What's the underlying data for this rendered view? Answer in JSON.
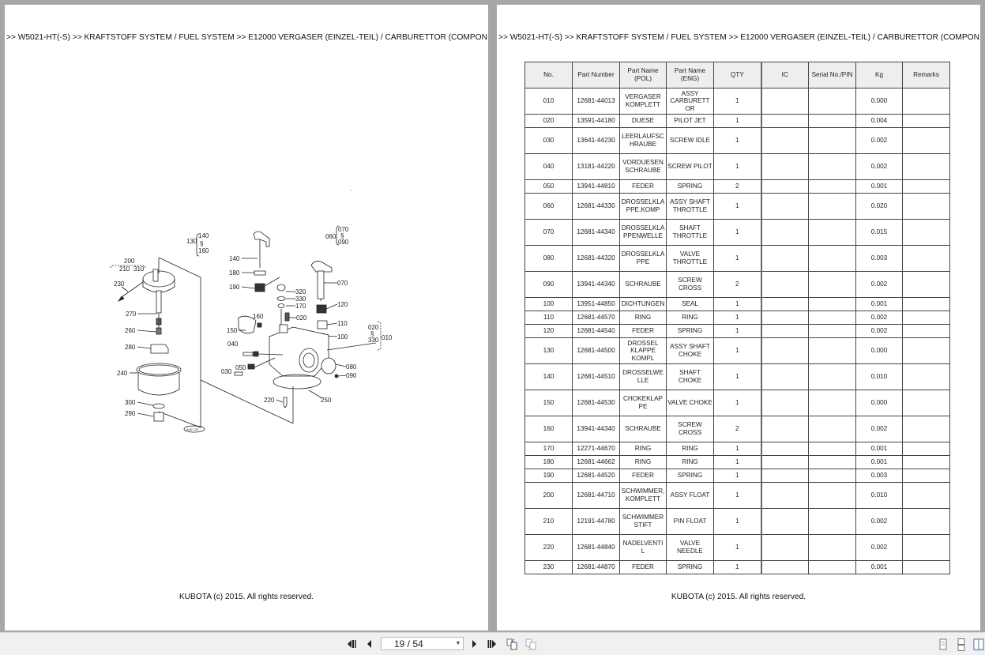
{
  "document": {
    "breadcrumb": ">> W5021-HT(-S) >> KRAFTSTOFF SYSTEM / FUEL SYSTEM >> E12000   VERGASER (EINZEL-TEIL) / CARBURETTOR (COMPON",
    "footer": "KUBOTA (c) 2015. All rights reserved."
  },
  "diagram": {
    "callouts": [
      "010",
      "020",
      "030",
      "040",
      "050",
      "060",
      "070",
      "080",
      "090",
      "100",
      "110",
      "120",
      "130",
      "140",
      "150",
      "160",
      "170",
      "180",
      "190",
      "200",
      "210",
      "220",
      "230",
      "240",
      "250",
      "260",
      "270",
      "280",
      "290",
      "300",
      "310",
      "320",
      "330"
    ],
    "group_labels": {
      "g130": "130",
      "g130_range": [
        "140",
        "160"
      ],
      "g060": "060",
      "g060_range": [
        "070",
        "090"
      ],
      "g010": "010",
      "g010_range": [
        "020",
        "330"
      ],
      "g200": "200"
    },
    "figure_code": "A007-02"
  },
  "table": {
    "headers": [
      "No.",
      "Part Number",
      "Part Name (POL)",
      "Part Name (ENG)",
      "QTY",
      "IC",
      "Serial No./PIN",
      "Kg",
      "Remarks"
    ],
    "rows": [
      {
        "no": "010",
        "part_number": "12681-44013",
        "name_pol": "VERGASER KOMPLETT",
        "name_eng": "ASSY CARBURETT OR",
        "qty": "1",
        "ic": "",
        "serial": "",
        "kg": "0.000",
        "remarks": "",
        "h": 33
      },
      {
        "no": "020",
        "part_number": "13591-44180",
        "name_pol": "DUESE",
        "name_eng": "PILOT JET",
        "qty": "1",
        "ic": "",
        "serial": "",
        "kg": "0.004",
        "remarks": "",
        "h": 17
      },
      {
        "no": "030",
        "part_number": "13641-44230",
        "name_pol": "LEERLAUFSC HRAUBE",
        "name_eng": "SCREW IDLE",
        "qty": "1",
        "ic": "",
        "serial": "",
        "kg": "0.002",
        "remarks": "",
        "h": 33
      },
      {
        "no": "040",
        "part_number": "13181-44220",
        "name_pol": "VORDUESEN SCHRAUBE",
        "name_eng": "SCREW PILOT",
        "qty": "1",
        "ic": "",
        "serial": "",
        "kg": "0.002",
        "remarks": "",
        "h": 33
      },
      {
        "no": "050",
        "part_number": "13941-44810",
        "name_pol": "FEDER",
        "name_eng": "SPRING",
        "qty": "2",
        "ic": "",
        "serial": "",
        "kg": "0.001",
        "remarks": "",
        "h": 17
      },
      {
        "no": "060",
        "part_number": "12681-44330",
        "name_pol": "DROSSELKLA PPE,KOMP",
        "name_eng": "ASSY SHAFT THROTTLE",
        "qty": "1",
        "ic": "",
        "serial": "",
        "kg": "0.020",
        "remarks": "",
        "h": 33
      },
      {
        "no": "070",
        "part_number": "12681-44340",
        "name_pol": "DROSSELKLA PPENWELLE",
        "name_eng": "SHAFT THROTTLE",
        "qty": "1",
        "ic": "",
        "serial": "",
        "kg": "0.015",
        "remarks": "",
        "h": 33
      },
      {
        "no": "080",
        "part_number": "12681-44320",
        "name_pol": "DROSSELKLA PPE",
        "name_eng": "VALVE THROTTLE",
        "qty": "1",
        "ic": "",
        "serial": "",
        "kg": "0.003",
        "remarks": "",
        "h": 33
      },
      {
        "no": "090",
        "part_number": "13941-44340",
        "name_pol": "SCHRAUBE",
        "name_eng": "SCREW CROSS",
        "qty": "2",
        "ic": "",
        "serial": "",
        "kg": "0.002",
        "remarks": "",
        "h": 33
      },
      {
        "no": "100",
        "part_number": "13951-44850",
        "name_pol": "DICHTUNGEN",
        "name_eng": "SEAL",
        "qty": "1",
        "ic": "",
        "serial": "",
        "kg": "0.001",
        "remarks": "",
        "h": 17
      },
      {
        "no": "110",
        "part_number": "12681-44570",
        "name_pol": "RING",
        "name_eng": "RING",
        "qty": "1",
        "ic": "",
        "serial": "",
        "kg": "0.002",
        "remarks": "",
        "h": 17
      },
      {
        "no": "120",
        "part_number": "12681-44540",
        "name_pol": "FEDER",
        "name_eng": "SPRING",
        "qty": "1",
        "ic": "",
        "serial": "",
        "kg": "0.002",
        "remarks": "",
        "h": 17
      },
      {
        "no": "130",
        "part_number": "12681-44500",
        "name_pol": "DROSSEL KLAPPE KOMPL",
        "name_eng": "ASSY SHAFT CHOKE",
        "qty": "1",
        "ic": "",
        "serial": "",
        "kg": "0.000",
        "remarks": "",
        "h": 33
      },
      {
        "no": "140",
        "part_number": "12681-44510",
        "name_pol": "DROSSELWE LLE",
        "name_eng": "SHAFT CHOKE",
        "qty": "1",
        "ic": "",
        "serial": "",
        "kg": "0.010",
        "remarks": "",
        "h": 33
      },
      {
        "no": "150",
        "part_number": "12681-44530",
        "name_pol": "CHOKEKLAP PE",
        "name_eng": "VALVE CHOKE",
        "qty": "1",
        "ic": "",
        "serial": "",
        "kg": "0.000",
        "remarks": "",
        "h": 33
      },
      {
        "no": "160",
        "part_number": "13941-44340",
        "name_pol": "SCHRAUBE",
        "name_eng": "SCREW CROSS",
        "qty": "2",
        "ic": "",
        "serial": "",
        "kg": "0.002",
        "remarks": "",
        "h": 33
      },
      {
        "no": "170",
        "part_number": "12271-44670",
        "name_pol": "RING",
        "name_eng": "RING",
        "qty": "1",
        "ic": "",
        "serial": "",
        "kg": "0.001",
        "remarks": "",
        "h": 17
      },
      {
        "no": "180",
        "part_number": "12681-44662",
        "name_pol": "RING",
        "name_eng": "RING",
        "qty": "1",
        "ic": "",
        "serial": "",
        "kg": "0.001",
        "remarks": "",
        "h": 17
      },
      {
        "no": "190",
        "part_number": "12681-44520",
        "name_pol": "FEDER",
        "name_eng": "SPRING",
        "qty": "1",
        "ic": "",
        "serial": "",
        "kg": "0.003",
        "remarks": "",
        "h": 17
      },
      {
        "no": "200",
        "part_number": "12681-44710",
        "name_pol": "SCHWIMMER, KOMPLETT",
        "name_eng": "ASSY FLOAT",
        "qty": "1",
        "ic": "",
        "serial": "",
        "kg": "0.010",
        "remarks": "",
        "h": 33
      },
      {
        "no": "210",
        "part_number": "12191-44780",
        "name_pol": "SCHWIMMER STIFT",
        "name_eng": "PIN FLOAT",
        "qty": "1",
        "ic": "",
        "serial": "",
        "kg": "0.002",
        "remarks": "",
        "h": 33
      },
      {
        "no": "220",
        "part_number": "12681-44840",
        "name_pol": "NADELVENTI L",
        "name_eng": "VALVE NEEDLE",
        "qty": "1",
        "ic": "",
        "serial": "",
        "kg": "0.002",
        "remarks": "",
        "h": 33
      },
      {
        "no": "230",
        "part_number": "12681-44870",
        "name_pol": "FEDER",
        "name_eng": "SPRING",
        "qty": "1",
        "ic": "",
        "serial": "",
        "kg": "0.001",
        "remarks": "",
        "h": 17
      }
    ]
  },
  "toolbar": {
    "page_indicator": "19 / 54",
    "current_page": 19,
    "total_pages": 54,
    "buttons": {
      "first": "first-page",
      "prev": "previous-page",
      "next": "next-page",
      "last": "last-page",
      "back": "previous-view",
      "forward": "next-view"
    },
    "view_modes": [
      "single-page",
      "continuous",
      "two-page-facing"
    ],
    "active_view_mode": "two-page-facing"
  }
}
